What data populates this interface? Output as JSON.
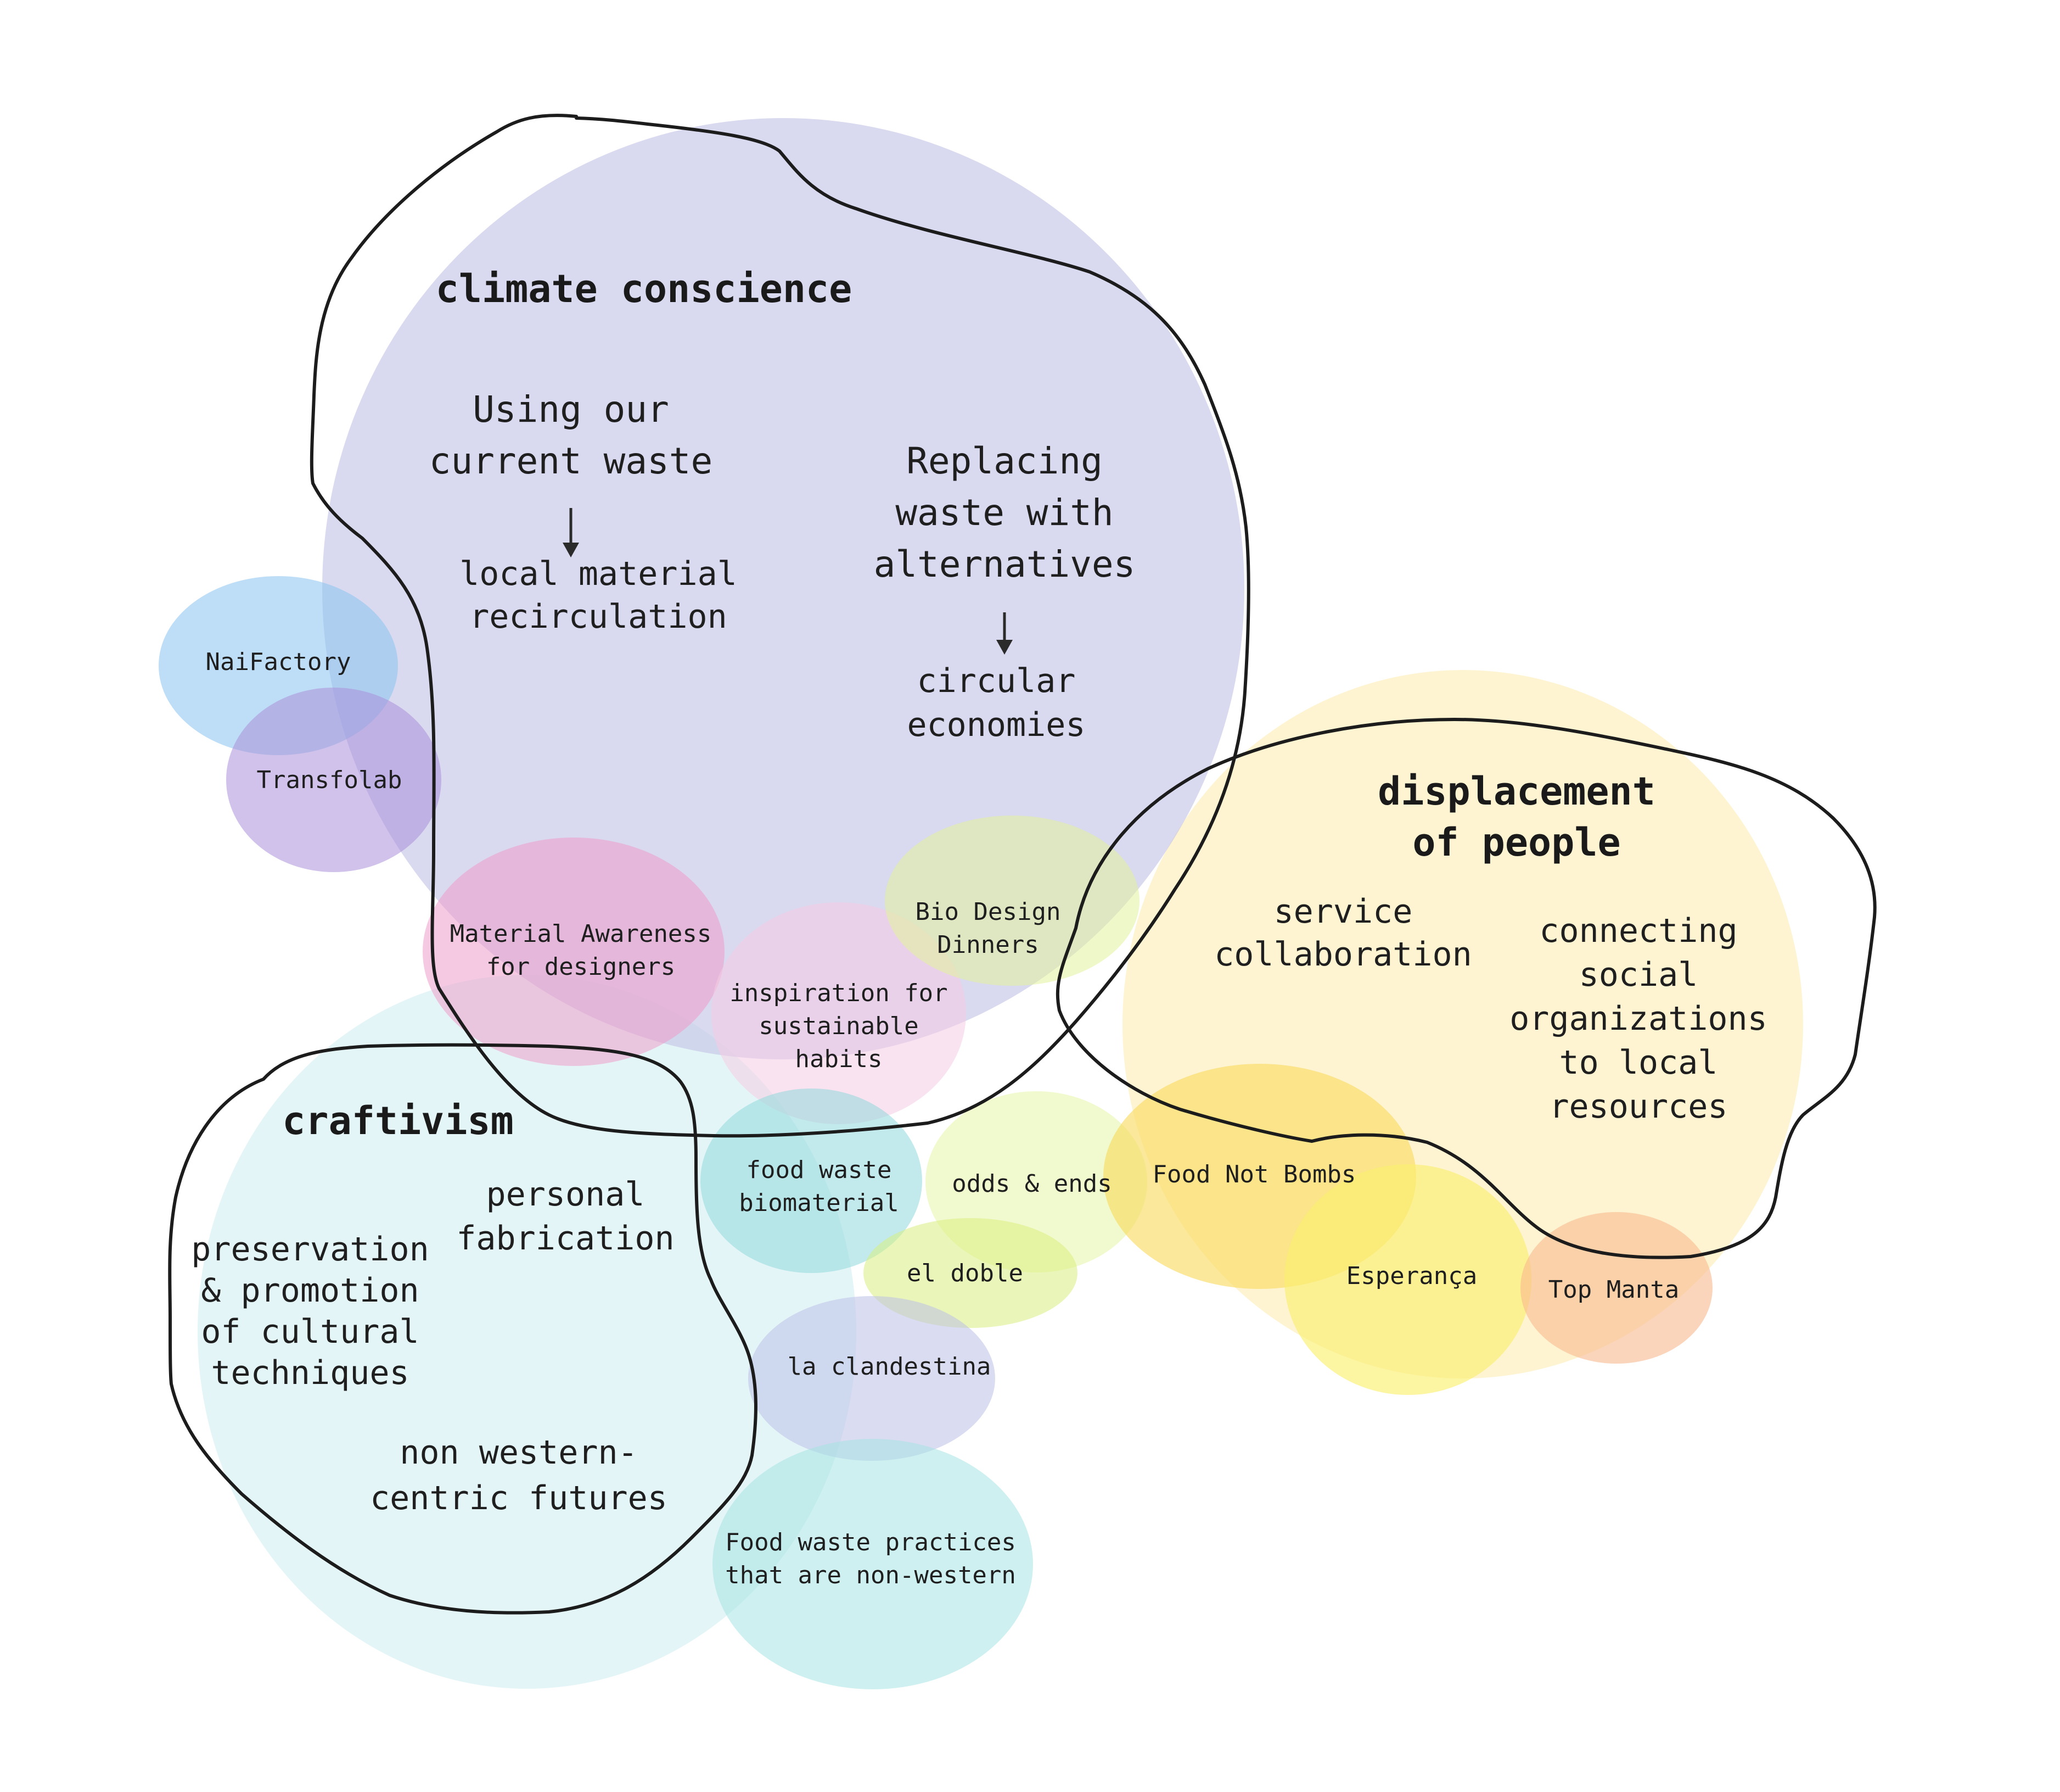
{
  "clusters": {
    "climate": {
      "heading": "climate conscience",
      "branch_left": {
        "line1": "Using our",
        "line2": "current waste"
      },
      "result_left": {
        "line1": "local material",
        "line2": "recirculation"
      },
      "branch_right": {
        "line1": "Replacing",
        "line2": "waste with",
        "line3": "alternatives"
      },
      "result_right": {
        "line1": "circular",
        "line2": "economies"
      }
    },
    "displacement": {
      "heading_line1": "displacement",
      "heading_line2": "of people",
      "item_left": {
        "line1": "service",
        "line2": "collaboration"
      },
      "item_right": {
        "line1": "connecting",
        "line2": "social",
        "line3": "organizations",
        "line4": "to local",
        "line5": "resources"
      }
    },
    "craftivism": {
      "heading": "craftivism",
      "item_a": {
        "line1": "personal",
        "line2": "fabrication"
      },
      "item_b": {
        "line1": "preservation",
        "line2": "& promotion",
        "line3": "of cultural",
        "line4": "techniques"
      },
      "item_c": {
        "line1": "non western-",
        "line2": "centric futures"
      }
    }
  },
  "examples": {
    "naifactory": "NaiFactory",
    "transfolab": "Transfolab",
    "material_awareness": {
      "line1": "Material Awareness",
      "line2": "for designers"
    },
    "inspiration": {
      "line1": "inspiration for",
      "line2": "sustainable",
      "line3": "habits"
    },
    "bio_design": {
      "line1": "Bio Design",
      "line2": "Dinners"
    },
    "food_waste_bio": {
      "line1": "food waste",
      "line2": "biomaterial"
    },
    "odds_ends": "odds & ends",
    "food_not_bombs": "Food Not Bombs",
    "el_doble": "el doble",
    "esperanca": "Esperança",
    "top_manta": "Top Manta",
    "la_clandestina": "la clandestina",
    "food_waste_practices": {
      "line1": "Food waste practices",
      "line2": "that are non-western"
    }
  },
  "colors": {
    "climate_fill": "#c5c6e6",
    "displacement_fill": "#fdeeb8",
    "craftivism_fill": "#d3eff2",
    "naifactory": "#8fc6f2",
    "transfolab": "#a98fd8",
    "material_awareness": "#ee9ccb",
    "inspiration": "#f6cce3",
    "bio_design": "#e2f29a",
    "food_waste_bio": "#8fd8dc",
    "odds_ends": "#e5f5a8",
    "food_not_bombs": "#f8d858",
    "el_doble": "#d9ee80",
    "esperanca": "#fbf070",
    "top_manta": "#f8b98e",
    "la_clandestina": "#bcbfe8",
    "food_waste_practices": "#a6e3e4",
    "outline": "#1c1c1c"
  }
}
